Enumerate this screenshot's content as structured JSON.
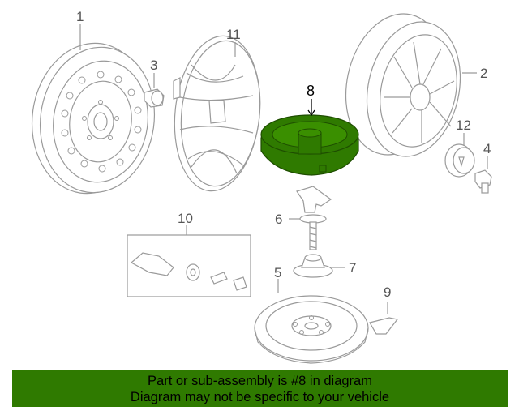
{
  "callouts": {
    "c1": "1",
    "c2": "2",
    "c3": "3",
    "c4": "4",
    "c5": "5",
    "c6": "6",
    "c7": "7",
    "c8": "8",
    "c9": "9",
    "c10": "10",
    "c11": "11",
    "c12": "12"
  },
  "highlight_color": "#2f7a00",
  "banner": {
    "line1": "Part or sub-assembly is #8 in diagram",
    "line2": "Diagram may not be specific to your vehicle"
  }
}
